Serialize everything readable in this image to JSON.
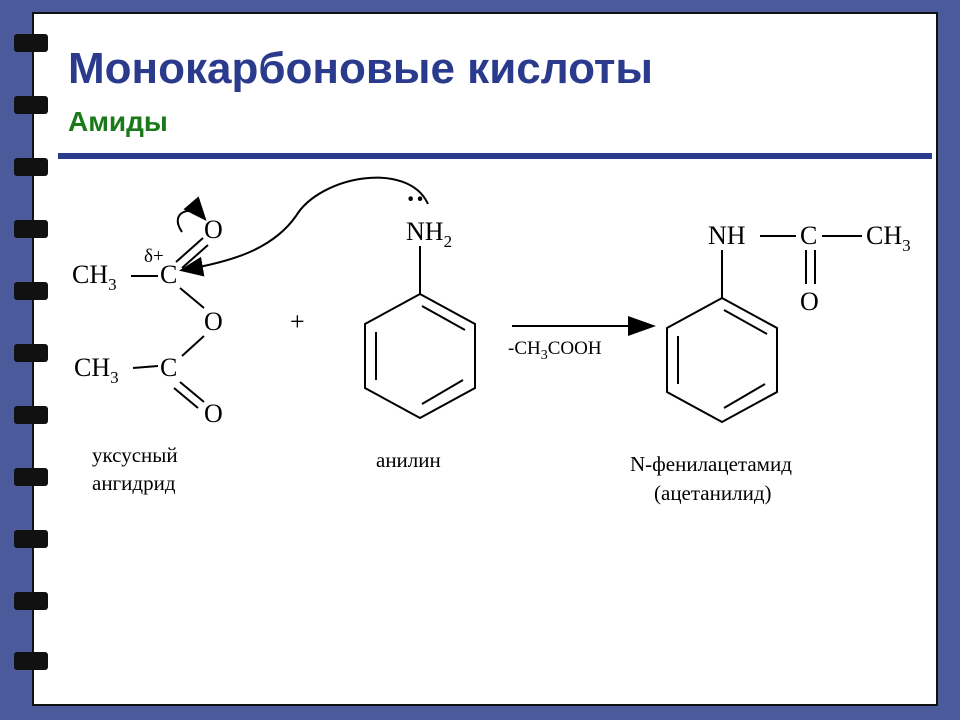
{
  "slide": {
    "title": "Монокарбоновые кислоты",
    "subtitle": "Амиды"
  },
  "scheme": {
    "anhydride": {
      "ch3_top": "CH",
      "ch3_top_sub": "3",
      "c_top": "C",
      "o_top": "O",
      "delta": "δ+",
      "o_bridge": "O",
      "ch3_bottom": "CH",
      "ch3_bottom_sub": "3",
      "c_bottom": "C",
      "o_bottom": "O",
      "label_line1": "уксусный",
      "label_line2": "ангидрид"
    },
    "plus": "+",
    "aniline": {
      "nh": "NH",
      "nh_sub": "2",
      "lone_pair": "··",
      "label": "анилин"
    },
    "arrow_note": {
      "prefix": "-CH",
      "sub": "3",
      "suffix": "COOH"
    },
    "product": {
      "nh": "NH",
      "c": "C",
      "ch3": "CH",
      "ch3_sub": "3",
      "o": "O",
      "label_line1": "N-фенилацетамид",
      "label_line2": "(ацетанилид)"
    }
  }
}
